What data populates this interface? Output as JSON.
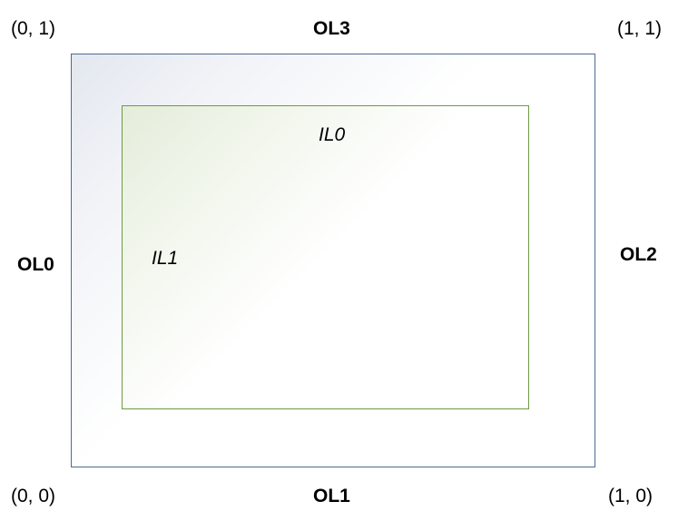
{
  "corners": {
    "top_left": "(0, 1)",
    "top_right": "(1, 1)",
    "bottom_left": "(0, 0)",
    "bottom_right": "(1, 0)"
  },
  "outer_labels": {
    "left": "OL0",
    "bottom": "OL1",
    "right": "OL2",
    "top": "OL3"
  },
  "inner_labels": {
    "top": "IL0",
    "left": "IL1"
  },
  "colors": {
    "outer_border": "#4f6a8f",
    "inner_border": "#6e9a45"
  }
}
